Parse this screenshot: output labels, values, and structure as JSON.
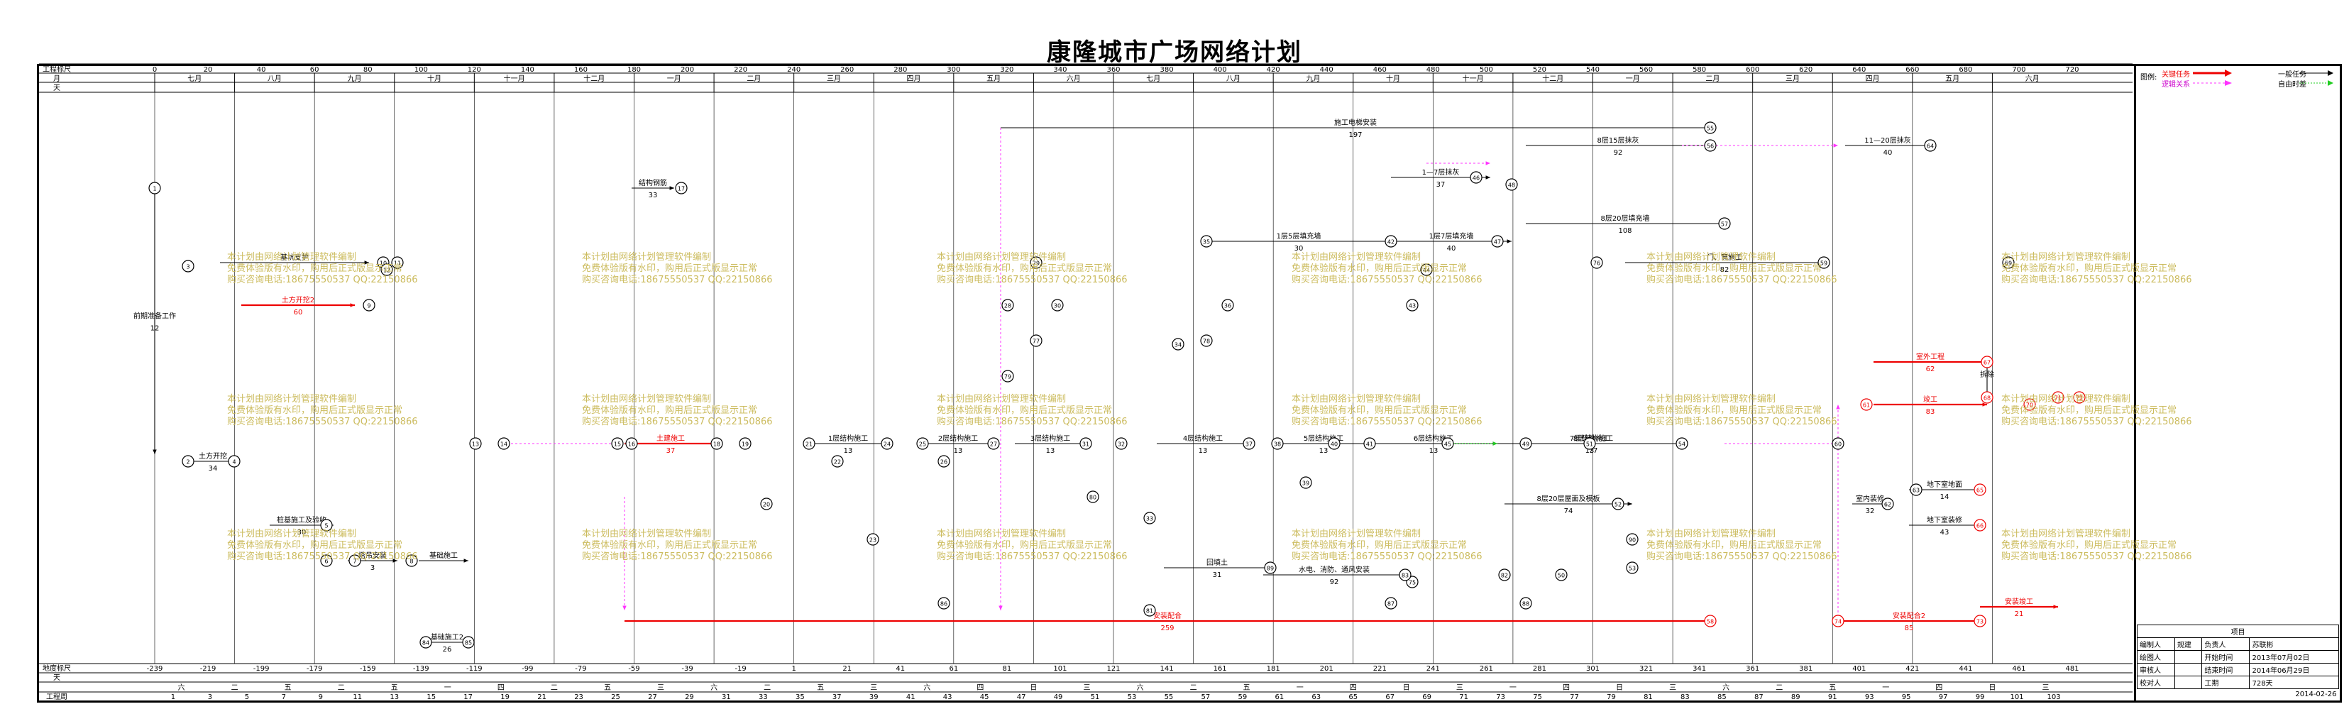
{
  "title": "康隆城市广场网络计划",
  "header_rows": {
    "top_label": "工程标尺",
    "month_label": "月",
    "day_label": "天",
    "bottom_top_label": "地度标尺",
    "bottom_day_label": "天",
    "bottom_cal_label": "工程周"
  },
  "top_scale": [
    "0",
    "20",
    "40",
    "60",
    "80",
    "100",
    "120",
    "140",
    "160",
    "180",
    "200",
    "220",
    "240",
    "260",
    "280",
    "300",
    "320",
    "340",
    "360",
    "380",
    "400",
    "420",
    "440",
    "460",
    "480",
    "500",
    "520",
    "540",
    "560",
    "580",
    "600",
    "620",
    "640",
    "660",
    "680",
    "700",
    "720"
  ],
  "months": [
    "七月",
    "八月",
    "九月",
    "十月",
    "十一月",
    "十二月",
    "一月",
    "二月",
    "三月",
    "四月",
    "五月",
    "六月",
    "七月",
    "八月",
    "九月",
    "十月",
    "十一月",
    "十二月",
    "一月",
    "二月",
    "三月",
    "四月",
    "五月",
    "六月"
  ],
  "bottom_scale": [
    "-239",
    "-219",
    "-199",
    "-179",
    "-159",
    "-139",
    "-119",
    "-99",
    "-79",
    "-59",
    "-39",
    "-19",
    "1",
    "21",
    "41",
    "61",
    "81",
    "101",
    "121",
    "141",
    "161",
    "181",
    "201",
    "221",
    "241",
    "261",
    "281",
    "301",
    "321",
    "341",
    "361",
    "381",
    "401",
    "421",
    "441",
    "461",
    "481"
  ],
  "weekdays": [
    "六",
    "二",
    "五",
    "二",
    "五",
    "一",
    "四",
    "二",
    "五",
    "三",
    "六",
    "二",
    "五",
    "三",
    "六",
    "四",
    "日",
    "三",
    "六",
    "二",
    "五",
    "一",
    "四",
    "日",
    "三",
    "一",
    "四",
    "日",
    "三",
    "六",
    "二",
    "五",
    "一",
    "四",
    "日",
    "三"
  ],
  "week_numbers": [
    "1",
    "3",
    "5",
    "7",
    "9",
    "11",
    "13",
    "15",
    "17",
    "19",
    "21",
    "23",
    "25",
    "27",
    "29",
    "31",
    "33",
    "35",
    "37",
    "39",
    "41",
    "43",
    "45",
    "47",
    "49",
    "51",
    "53",
    "55",
    "57",
    "59",
    "61",
    "63",
    "65",
    "67",
    "69",
    "71",
    "73",
    "75",
    "77",
    "79",
    "81",
    "83",
    "85",
    "87",
    "89",
    "91",
    "93",
    "95",
    "97",
    "99",
    "101",
    "103"
  ],
  "legend": {
    "title": "图例:",
    "critical": "关键任务",
    "logic": "逻辑关系",
    "normal": "一般任务",
    "float": "自由时差"
  },
  "project_table": {
    "heading": "项目",
    "rows": [
      [
        "编制人",
        "规建",
        "负责人",
        "苏联彬"
      ],
      [
        "绘图人",
        "",
        "开始时间",
        "2013年07月02日"
      ],
      [
        "审核人",
        "",
        "结束时间",
        "2014年06月29日"
      ],
      [
        "校对人",
        "",
        "工期",
        "728天"
      ]
    ],
    "date": "2014-02-26"
  },
  "watermark": [
    "本计划由网络计划管理软件编制",
    "免费体验版有水印，购用后正式版显示正常",
    "购买咨询电话:18675550537 QQ:22150866"
  ],
  "tasks": [
    {
      "id": "t1",
      "label": "前期准备工作",
      "dur": "12",
      "critical": false
    },
    {
      "id": "t2",
      "label": "土方开挖",
      "dur": "34",
      "critical": false
    },
    {
      "id": "t3",
      "label": "基坑支护",
      "dur": "",
      "critical": false
    },
    {
      "id": "t4",
      "label": "土方开挖2",
      "dur": "60",
      "critical": true
    },
    {
      "id": "t5",
      "label": "桩基施工及验收",
      "dur": "30",
      "critical": false
    },
    {
      "id": "t6",
      "label": "基础施工",
      "dur": "",
      "critical": false
    },
    {
      "id": "t7",
      "label": "塔吊安装",
      "dur": "3",
      "critical": false
    },
    {
      "id": "t8",
      "label": "土建施工",
      "dur": "37",
      "critical": true
    },
    {
      "id": "t9",
      "label": "结构钢筋",
      "dur": "33",
      "critical": false
    },
    {
      "id": "t10",
      "label": "1层结构施工",
      "dur": "13",
      "critical": false
    },
    {
      "id": "t11",
      "label": "2层结构施工",
      "dur": "13",
      "critical": false
    },
    {
      "id": "t12",
      "label": "3层结构施工",
      "dur": "13",
      "critical": false
    },
    {
      "id": "t13",
      "label": "4层结构施工",
      "dur": "13",
      "critical": false
    },
    {
      "id": "t14",
      "label": "5层结构施工",
      "dur": "13",
      "critical": false
    },
    {
      "id": "t15",
      "label": "6层结构施工",
      "dur": "13",
      "critical": false
    },
    {
      "id": "t16",
      "label": "7层结构施工",
      "dur": "13",
      "critical": false
    },
    {
      "id": "t17",
      "label": "8层结构施工",
      "dur": "77",
      "critical": false
    },
    {
      "id": "t18",
      "label": "施工电梯安装",
      "dur": "197",
      "critical": false
    },
    {
      "id": "t19",
      "label": "8层15层抹灰",
      "dur": "92",
      "critical": false
    },
    {
      "id": "t20",
      "label": "8层20层填充墙",
      "dur": "108",
      "critical": false
    },
    {
      "id": "t21",
      "label": "8层20层屋面及模板",
      "dur": "74",
      "critical": false
    },
    {
      "id": "t22",
      "label": "1层5层填充墙",
      "dur": "30",
      "critical": false
    },
    {
      "id": "t23",
      "label": "1层7层填充墙",
      "dur": "40",
      "critical": false
    },
    {
      "id": "t24",
      "label": "1—7层抹灰",
      "dur": "37",
      "critical": false
    },
    {
      "id": "t25",
      "label": "安装配合",
      "dur": "259",
      "critical": true
    },
    {
      "id": "t26",
      "label": "安装配合2",
      "dur": "85",
      "critical": true
    },
    {
      "id": "t27",
      "label": "安装竣工",
      "dur": "21",
      "critical": true
    },
    {
      "id": "t28",
      "label": "门、窗施工",
      "dur": "82",
      "critical": false
    },
    {
      "id": "t29",
      "label": "室外工程",
      "dur": "62",
      "critical": true
    },
    {
      "id": "t30",
      "label": "竣工",
      "dur": "83",
      "critical": true
    },
    {
      "id": "t31",
      "label": "11—20层抹灰",
      "dur": "40",
      "critical": false
    },
    {
      "id": "t32",
      "label": "室内装修",
      "dur": "32",
      "critical": false
    },
    {
      "id": "t33",
      "label": "地下室地面",
      "dur": "14",
      "critical": false
    },
    {
      "id": "t34",
      "label": "地下室装修",
      "dur": "43",
      "critical": false
    },
    {
      "id": "t35",
      "label": "水电、消防、通风安装",
      "dur": "92",
      "critical": false
    },
    {
      "id": "t36",
      "label": "基础施工2",
      "dur": "26",
      "critical": false
    },
    {
      "id": "t37",
      "label": "回填土",
      "dur": "31",
      "critical": false
    },
    {
      "id": "t38",
      "label": "拆除",
      "dur": "",
      "critical": false
    }
  ],
  "nodes": [
    "1",
    "2",
    "3",
    "4",
    "5",
    "6",
    "7",
    "8",
    "9",
    "10",
    "11",
    "12",
    "13",
    "14",
    "15",
    "16",
    "17",
    "18",
    "19",
    "20",
    "21",
    "22",
    "23",
    "24",
    "25",
    "26",
    "27",
    "28",
    "29",
    "30",
    "31",
    "32",
    "33",
    "34",
    "35",
    "36",
    "37",
    "38",
    "39",
    "40",
    "41",
    "42",
    "43",
    "44",
    "45",
    "46",
    "47",
    "48",
    "49",
    "50",
    "51",
    "52",
    "53",
    "54",
    "55",
    "56",
    "57",
    "58",
    "59",
    "60",
    "61",
    "62",
    "63",
    "64",
    "65",
    "66",
    "67",
    "68",
    "69",
    "70",
    "71",
    "72",
    "73",
    "74",
    "75",
    "76",
    "77",
    "78",
    "79",
    "80",
    "81",
    "82",
    "83",
    "84",
    "85",
    "86",
    "87",
    "88",
    "89",
    "90"
  ],
  "colors": {
    "critical": "#ee0000",
    "logic": "#ff33ff",
    "float": "#22cc22",
    "normal": "#000000",
    "watermark": "#c7b54e"
  }
}
